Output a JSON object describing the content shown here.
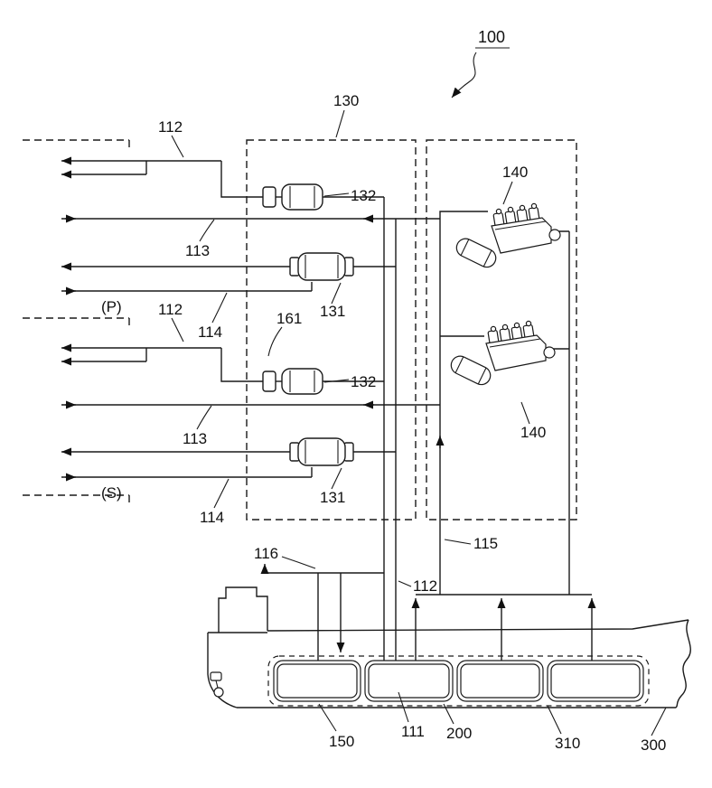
{
  "figure": {
    "system": {
      "ref": "100"
    },
    "valve_unit": {
      "ref": "130",
      "sensor_ref": "161",
      "valves": {
        "v132_top": "132",
        "v131_top": "131",
        "v132_bottom": "132",
        "v131_bottom": "131"
      }
    },
    "engine_room": {
      "engine_top_ref": "140",
      "engine_bottom_ref": "140"
    },
    "lines": {
      "supply_top": "112",
      "supply_mid": "112",
      "supply_lower": "112",
      "branch_113_top": "113",
      "branch_113_bottom": "113",
      "branch_114_top": "114",
      "branch_114_bottom": "114",
      "line_115": "115",
      "line_116": "116"
    },
    "sides": {
      "port": "(P)",
      "starboard": "(S)"
    },
    "ship": {
      "ref": "300",
      "tank_150": "150",
      "valve_111": "111",
      "unit_200": "200",
      "tank_310": "310"
    }
  }
}
